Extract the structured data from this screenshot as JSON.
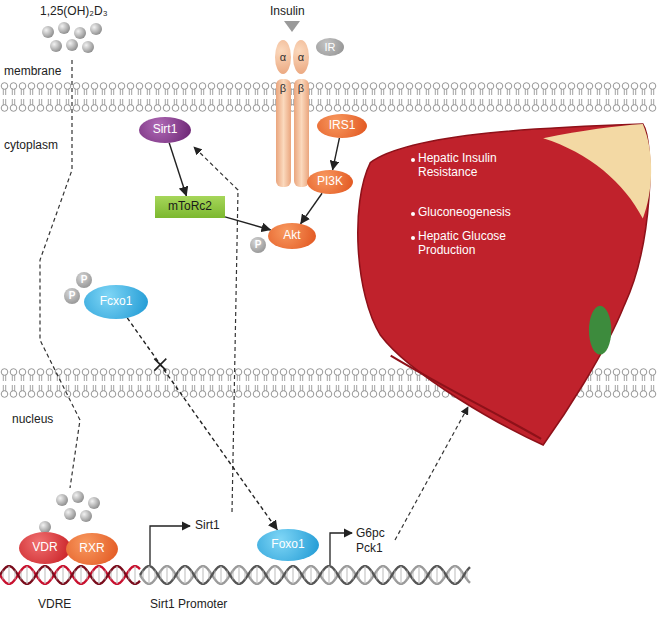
{
  "diagram": {
    "nodes": [
      {
        "text": [
          "α"
        ]
      },
      {
        "text": [
          "α"
        ]
      },
      {
        "text": [
          "IR"
        ]
      },
      {
        "text": [
          "β"
        ]
      },
      {
        "text": [
          "β"
        ]
      },
      {
        "text": [
          "Sirt1"
        ]
      },
      {
        "text": [
          "IRS1"
        ]
      },
      {
        "text": [
          "PI3K"
        ]
      },
      {
        "text": [
          "mToRc2"
        ]
      },
      {
        "text": [
          "P"
        ]
      },
      {
        "text": [
          "Akt"
        ]
      },
      {
        "text": [
          "P"
        ]
      },
      {
        "text": [
          "P"
        ]
      },
      {
        "text": [
          "Fcxo1"
        ]
      },
      {
        "text": [
          "Hepatic Insulin Resistance",
          "Gluconeogenesis",
          "Hepatic Glucose Production"
        ]
      },
      {
        "text": [
          "VDR"
        ]
      },
      {
        "text": [
          "RXR"
        ]
      },
      {
        "text": [
          "Foxo1"
        ]
      }
    ],
    "edges": [
      {
        "from": 5,
        "to": 8,
        "arrow": "to"
      },
      {
        "from": 8,
        "to": 10,
        "arrow": "to"
      },
      {
        "from": 6,
        "to": 7,
        "arrow": "to"
      },
      {
        "from": 7,
        "to": 10,
        "arrow": "to"
      },
      {
        "from": 13,
        "to": 17,
        "arrow": "to"
      }
    ],
    "labels": [
      "1,25(OH)₂D₃",
      "Insulin",
      "membrane",
      "cytoplasm",
      "nucleus",
      "Sirt1",
      "G6pc",
      "Pck1",
      "VDRE",
      "Sirt1 Promoter"
    ]
  }
}
